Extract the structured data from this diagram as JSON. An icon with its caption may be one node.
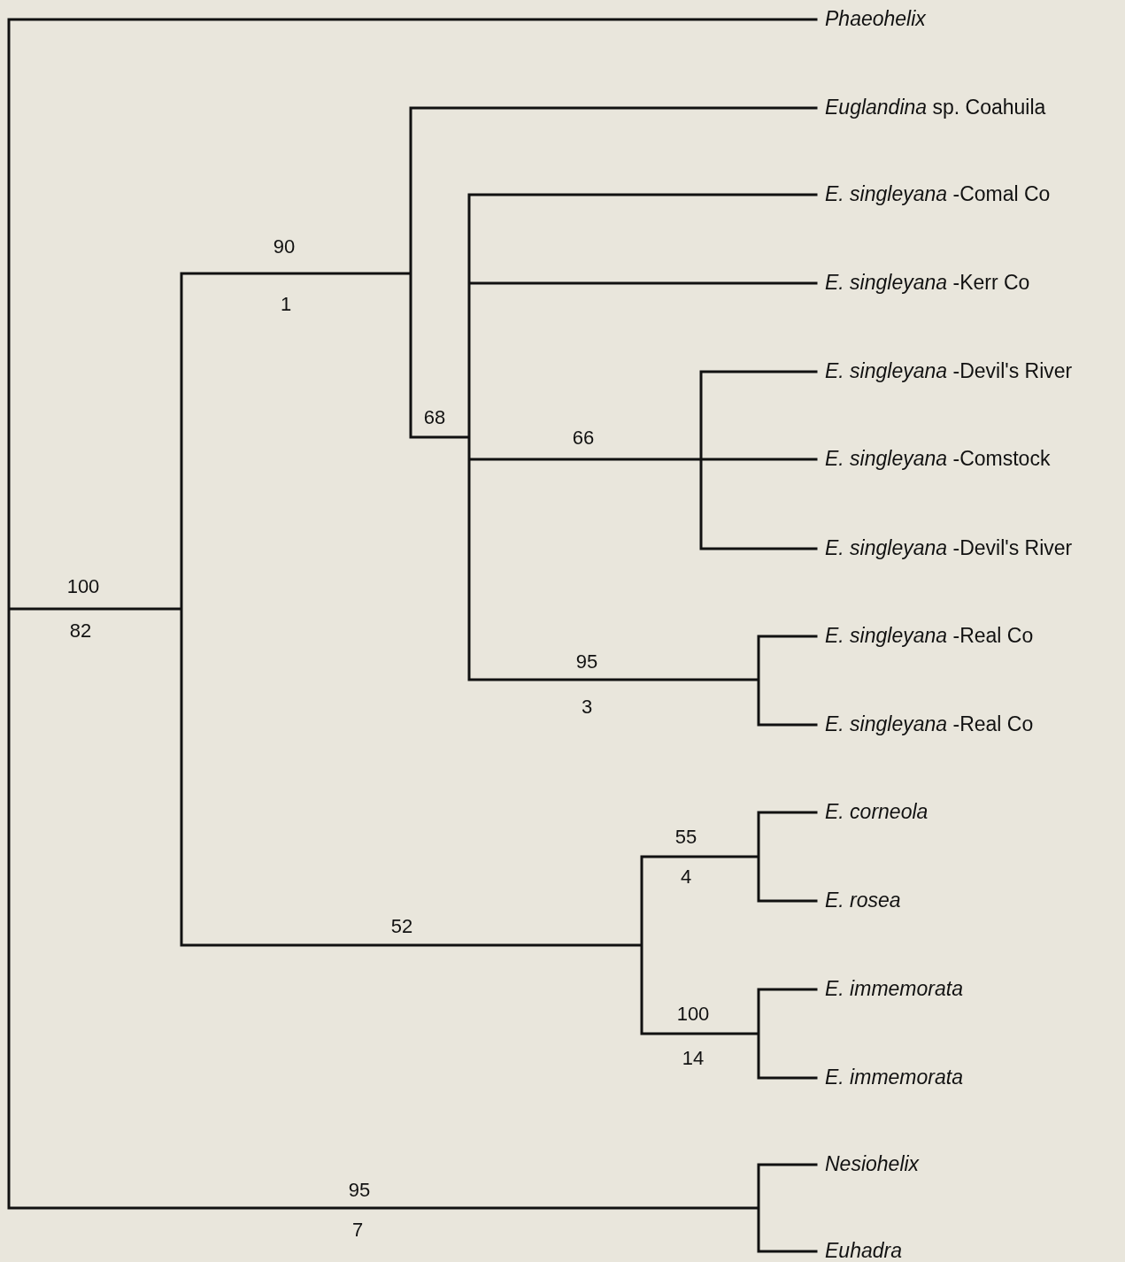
{
  "diagram": {
    "nodes": [
      {
        "text": [
          "Phaeohelix"
        ]
      },
      {
        "text": [
          "*Euglandina* sp. Coahuila"
        ]
      },
      {
        "text": [
          "*E. singleyana* -Comal Co"
        ]
      },
      {
        "text": [
          "*E. singleyana* -Kerr Co"
        ]
      },
      {
        "text": [
          "*E. singleyana* -Devil's River"
        ]
      },
      {
        "text": [
          "*E. singleyana* -Comstock"
        ]
      },
      {
        "text": [
          "*E. singleyana* -Devil's River"
        ]
      },
      {
        "text": [
          "*E. singleyana* -Real Co"
        ]
      },
      {
        "text": [
          "*E. singleyana* -Real Co"
        ]
      },
      {
        "text": [
          "E. corneola"
        ]
      },
      {
        "text": [
          "E. rosea"
        ]
      },
      {
        "text": [
          "E. immemorata"
        ]
      },
      {
        "text": [
          "E. immemorata"
        ]
      },
      {
        "text": [
          "Nesiohelix"
        ]
      },
      {
        "text": [
          "Euhadra"
        ]
      }
    ],
    "labels": [
      "90",
      "1",
      "68",
      "66",
      "100",
      "82",
      "95",
      "3",
      "55",
      "4",
      "52",
      "100",
      "14",
      "95",
      "7"
    ]
  }
}
